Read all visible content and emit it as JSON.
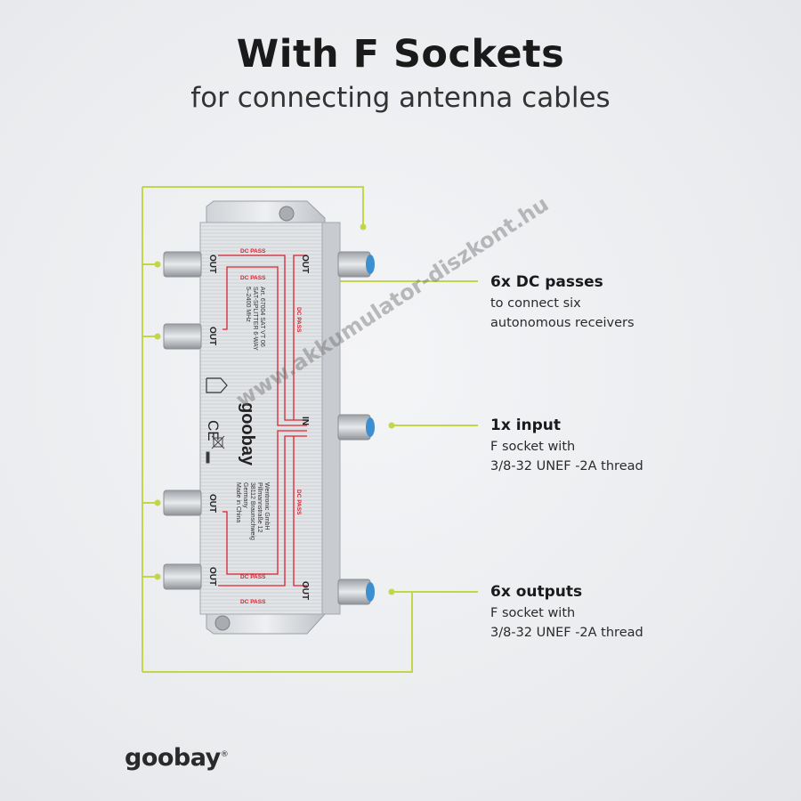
{
  "header": {
    "title": "With F Sockets",
    "subtitle": "for connecting antenna cables"
  },
  "features": [
    {
      "title": "6x DC passes",
      "lines": [
        "to connect six",
        "autonomous receivers"
      ]
    },
    {
      "title": "1x input",
      "lines": [
        "F socket with",
        "3/8-32 UNEF -2A thread"
      ]
    },
    {
      "title": "6x outputs",
      "lines": [
        "F socket with",
        "3/8-32 UNEF -2A thread"
      ]
    }
  ],
  "device": {
    "out_label": "OUT",
    "in_label": "IN",
    "dc_pass_label": "DC PASS",
    "spec_lines": [
      "Art. 67004   SAT VT 06",
      "SAT-SPLITTER 6-WAY",
      "5–2400 MHz"
    ],
    "brand": "goobay",
    "ce_mark": "CE",
    "maker_lines": [
      "Wentronic GmbH",
      "Pillmannstraße 12",
      "38112 Braunschweig",
      "Germany",
      "Made in China"
    ]
  },
  "logo": {
    "text": "goobay",
    "registered": "®"
  },
  "watermark": "www.akkumulator-diszkont.hu",
  "colors": {
    "accent_line": "#c3d64a",
    "trace_red": "#d9232e",
    "background": "#eceef1"
  }
}
